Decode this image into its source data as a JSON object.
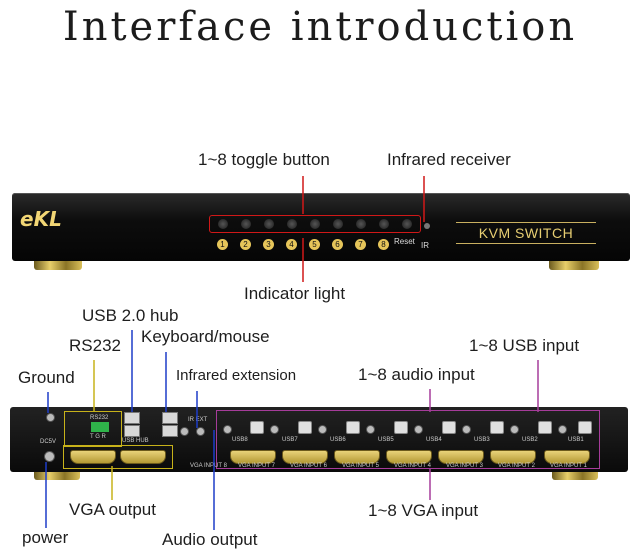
{
  "title": "Interface introduction",
  "front": {
    "brand": "eKL",
    "model_label": "KVM SWITCH",
    "numbers": [
      "1",
      "2",
      "3",
      "4",
      "5",
      "6",
      "7",
      "8"
    ],
    "reset": "Reset",
    "ir": "IR"
  },
  "callouts": {
    "toggle": "1~8 toggle button",
    "infrared_receiver": "Infrared receiver",
    "indicator": "Indicator light",
    "usb_hub": "USB 2.0 hub",
    "rs232": "RS232",
    "keyboard_mouse": "Keyboard/mouse",
    "ground": "Ground",
    "infrared_ext": "Infrared extension",
    "usb_input": "1~8 USB input",
    "audio_input": "1~8 audio input",
    "vga_output": "VGA output",
    "power": "power",
    "audio_output": "Audio output",
    "vga_input": "1~8 VGA input"
  },
  "rear": {
    "rs232": "RS232",
    "tgr": "T G R",
    "usb_hub": "USB HUB",
    "ir_ext": "IR EXT",
    "dc5v": "DC5V",
    "usb_labels": [
      "USB8",
      "USB7",
      "USB6",
      "USB5",
      "USB4",
      "USB3",
      "USB2",
      "USB1"
    ],
    "vga_labels": [
      "VGA INPUT 8",
      "VGA INPUT 7",
      "VGA INPUT 6",
      "VGA INPUT 5",
      "VGA INPUT 4",
      "VGA INPUT 3",
      "VGA INPUT 2",
      "VGA INPUT 1"
    ]
  }
}
